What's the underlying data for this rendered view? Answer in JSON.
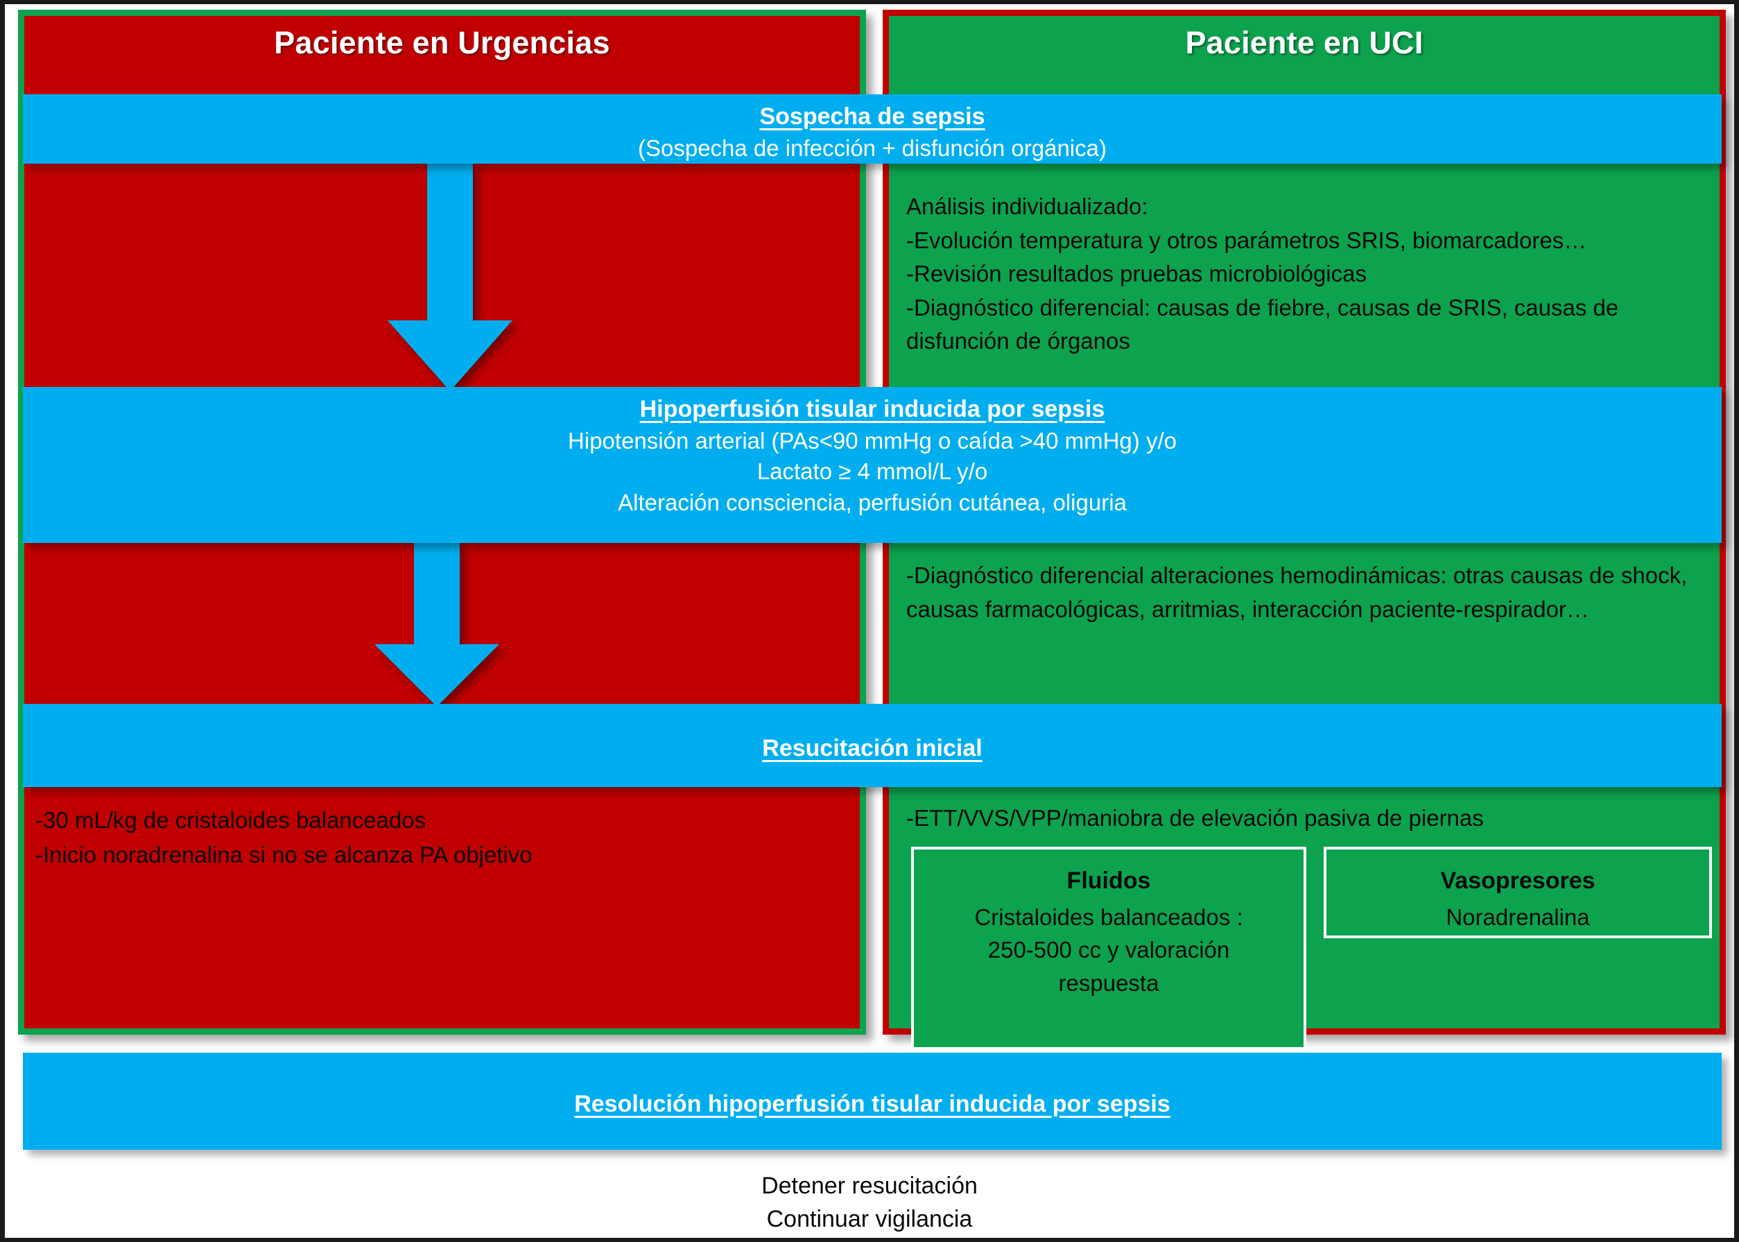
{
  "columns": {
    "left": {
      "header": "Paciente en Urgencias",
      "resuscitation_lines": [
        "-30 mL/kg de cristaloides balanceados",
        "-Inicio noradrenalina si no se alcanza PA objetivo"
      ]
    },
    "right": {
      "header": "Paciente en UCI",
      "analysis_lines": [
        "Análisis individualizado:",
        "-Evolución temperatura y otros parámetros SRIS, biomarcadores…",
        "-Revisión resultados pruebas microbiológicas",
        "-Diagnóstico diferencial: causas de fiebre, causas de SRIS, causas de disfunción de órganos"
      ],
      "hemodynamic_lines": [
        "-Diagnóstico diferencial alteraciones hemodinámicas: otras causas de shock, causas farmacológicas, arritmias, interacción paciente-respirador…"
      ],
      "monitoring_lines": [
        "-ETT/VVS/VPP/maniobra de elevación pasiva de piernas"
      ],
      "sub_boxes": [
        {
          "title": "Fluidos",
          "lines": [
            "Cristaloides balanceados :",
            "250-500 cc y valoración",
            "respuesta"
          ]
        },
        {
          "title": "Vasopresores",
          "lines": [
            "Noradrenalina"
          ]
        }
      ]
    }
  },
  "bands": {
    "sospecha": {
      "title": "Sospecha de sepsis",
      "lines": [
        "(Sospecha de infección + disfunción orgánica)"
      ]
    },
    "hipoperfusion": {
      "title": "Hipoperfusión tisular inducida por sepsis",
      "lines": [
        "Hipotensión arterial (PAs<90 mmHg o caída >40 mmHg) y/o",
        "Lactato  ≥ 4 mmol/L  y/o",
        "Alteración consciencia, perfusión cutánea, oliguria"
      ]
    },
    "resucitacion": {
      "title": "Resucitación inicial"
    },
    "resolucion": {
      "title": "Resolución hipoperfusión tisular inducida por sepsis"
    }
  },
  "footer": {
    "lines": [
      "Detener resucitación",
      "Continuar vigilancia"
    ]
  },
  "colors": {
    "red": "#C00000",
    "green": "#0DA24E",
    "blue": "#00AEEF",
    "white": "#FFFFFF",
    "text_dark": "#0A0A0A"
  }
}
